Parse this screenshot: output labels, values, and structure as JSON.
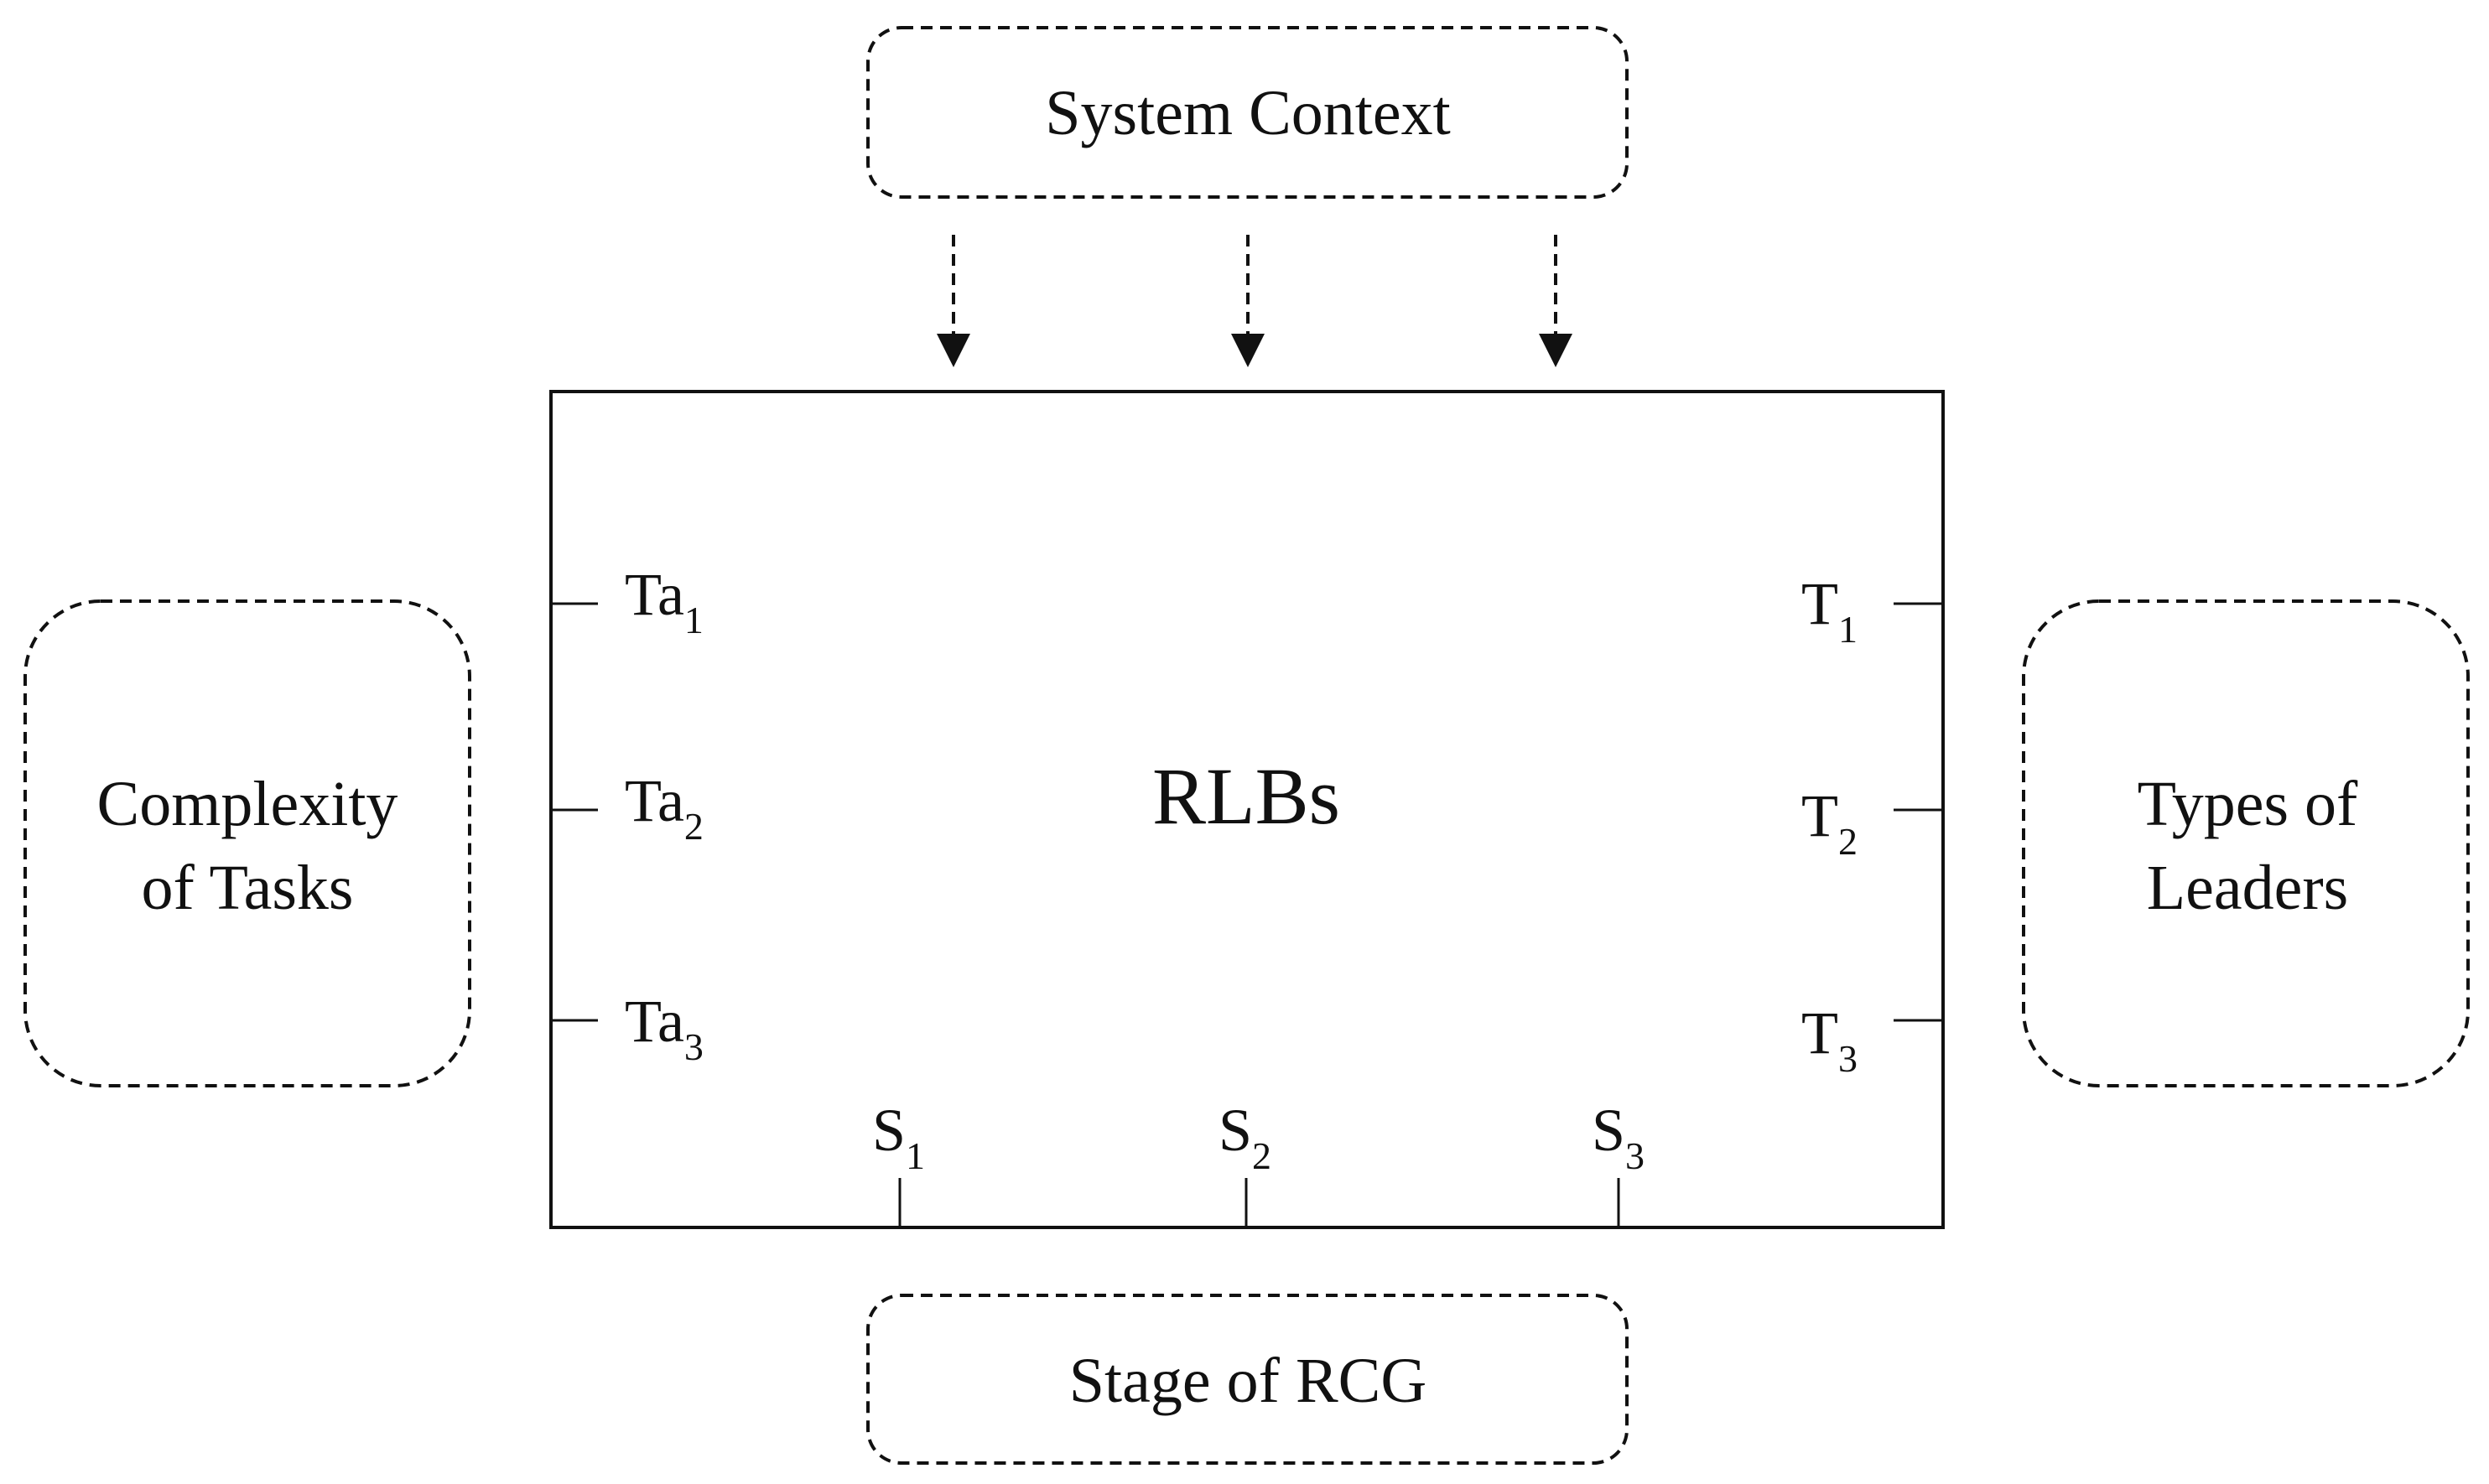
{
  "system_context": {
    "label": "System Context"
  },
  "complexity": {
    "line1": "Complexity",
    "line2": "of Tasks"
  },
  "leaders": {
    "line1": "Types of",
    "line2": "Leaders"
  },
  "stage": {
    "label": "Stage of RCG"
  },
  "center": {
    "label": "RLBs"
  },
  "left_markers": [
    {
      "base": "Ta",
      "sub": "1"
    },
    {
      "base": "Ta",
      "sub": "2"
    },
    {
      "base": "Ta",
      "sub": "3"
    }
  ],
  "right_markers": [
    {
      "base": "T",
      "sub": "1"
    },
    {
      "base": "T",
      "sub": "2"
    },
    {
      "base": "T",
      "sub": "3"
    }
  ],
  "bottom_markers": [
    {
      "base": "S",
      "sub": "1"
    },
    {
      "base": "S",
      "sub": "2"
    },
    {
      "base": "S",
      "sub": "3"
    }
  ],
  "colors": {
    "stroke": "#111111",
    "background": "#ffffff"
  }
}
